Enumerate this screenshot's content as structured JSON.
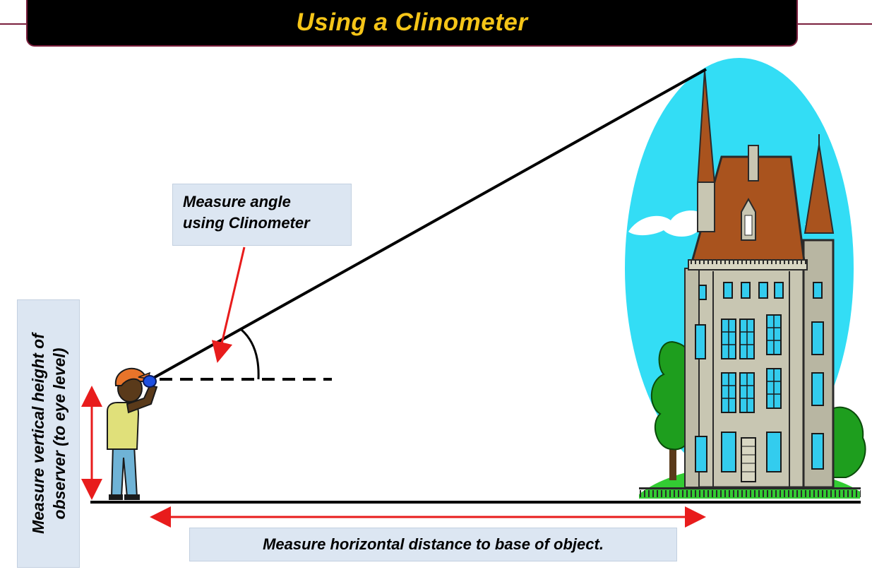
{
  "title": "Using a Clinometer",
  "callouts": {
    "angle_line1": "Measure angle",
    "angle_line2": "using Clinometer",
    "height_line1": "Measure vertical height of",
    "height_line2": "observer (to eye level)",
    "distance": "Measure horizontal distance to base of object."
  },
  "colors": {
    "title_bg": "#000000",
    "title_text": "#f5c518",
    "accent_border": "#7a1f3d",
    "callout_bg": "#dce6f2",
    "arrow_red": "#e81c1c",
    "sky": "#33ddf5",
    "roof": "#a9531e",
    "wall": "#c8c6b2",
    "window": "#33ccee",
    "tree": "#1e9e1e",
    "grass": "#33cc33"
  },
  "icons": [
    "observer-figure",
    "clinometer-device",
    "building-illustration",
    "tree",
    "cloud"
  ]
}
